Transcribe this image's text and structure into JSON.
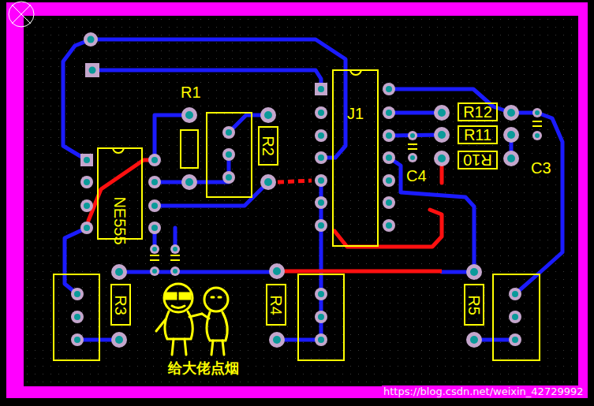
{
  "diagram": {
    "nodes": [
      {
        "text": [
          "NE555"
        ]
      },
      {
        "text": [
          "R2"
        ]
      },
      {
        "text": [
          "J1"
        ]
      },
      {
        "text": [
          "R12"
        ]
      },
      {
        "text": [
          "R11"
        ]
      },
      {
        "text": [
          "R10"
        ]
      },
      {
        "text": [
          "R3"
        ]
      },
      {
        "text": [
          "R4"
        ]
      },
      {
        "text": [
          "R5"
        ]
      }
    ],
    "labels": [
      "R1",
      "C4",
      "C3",
      "给大佬点烟",
      "https://blog.csdn.net/weixin_42729992"
    ]
  }
}
